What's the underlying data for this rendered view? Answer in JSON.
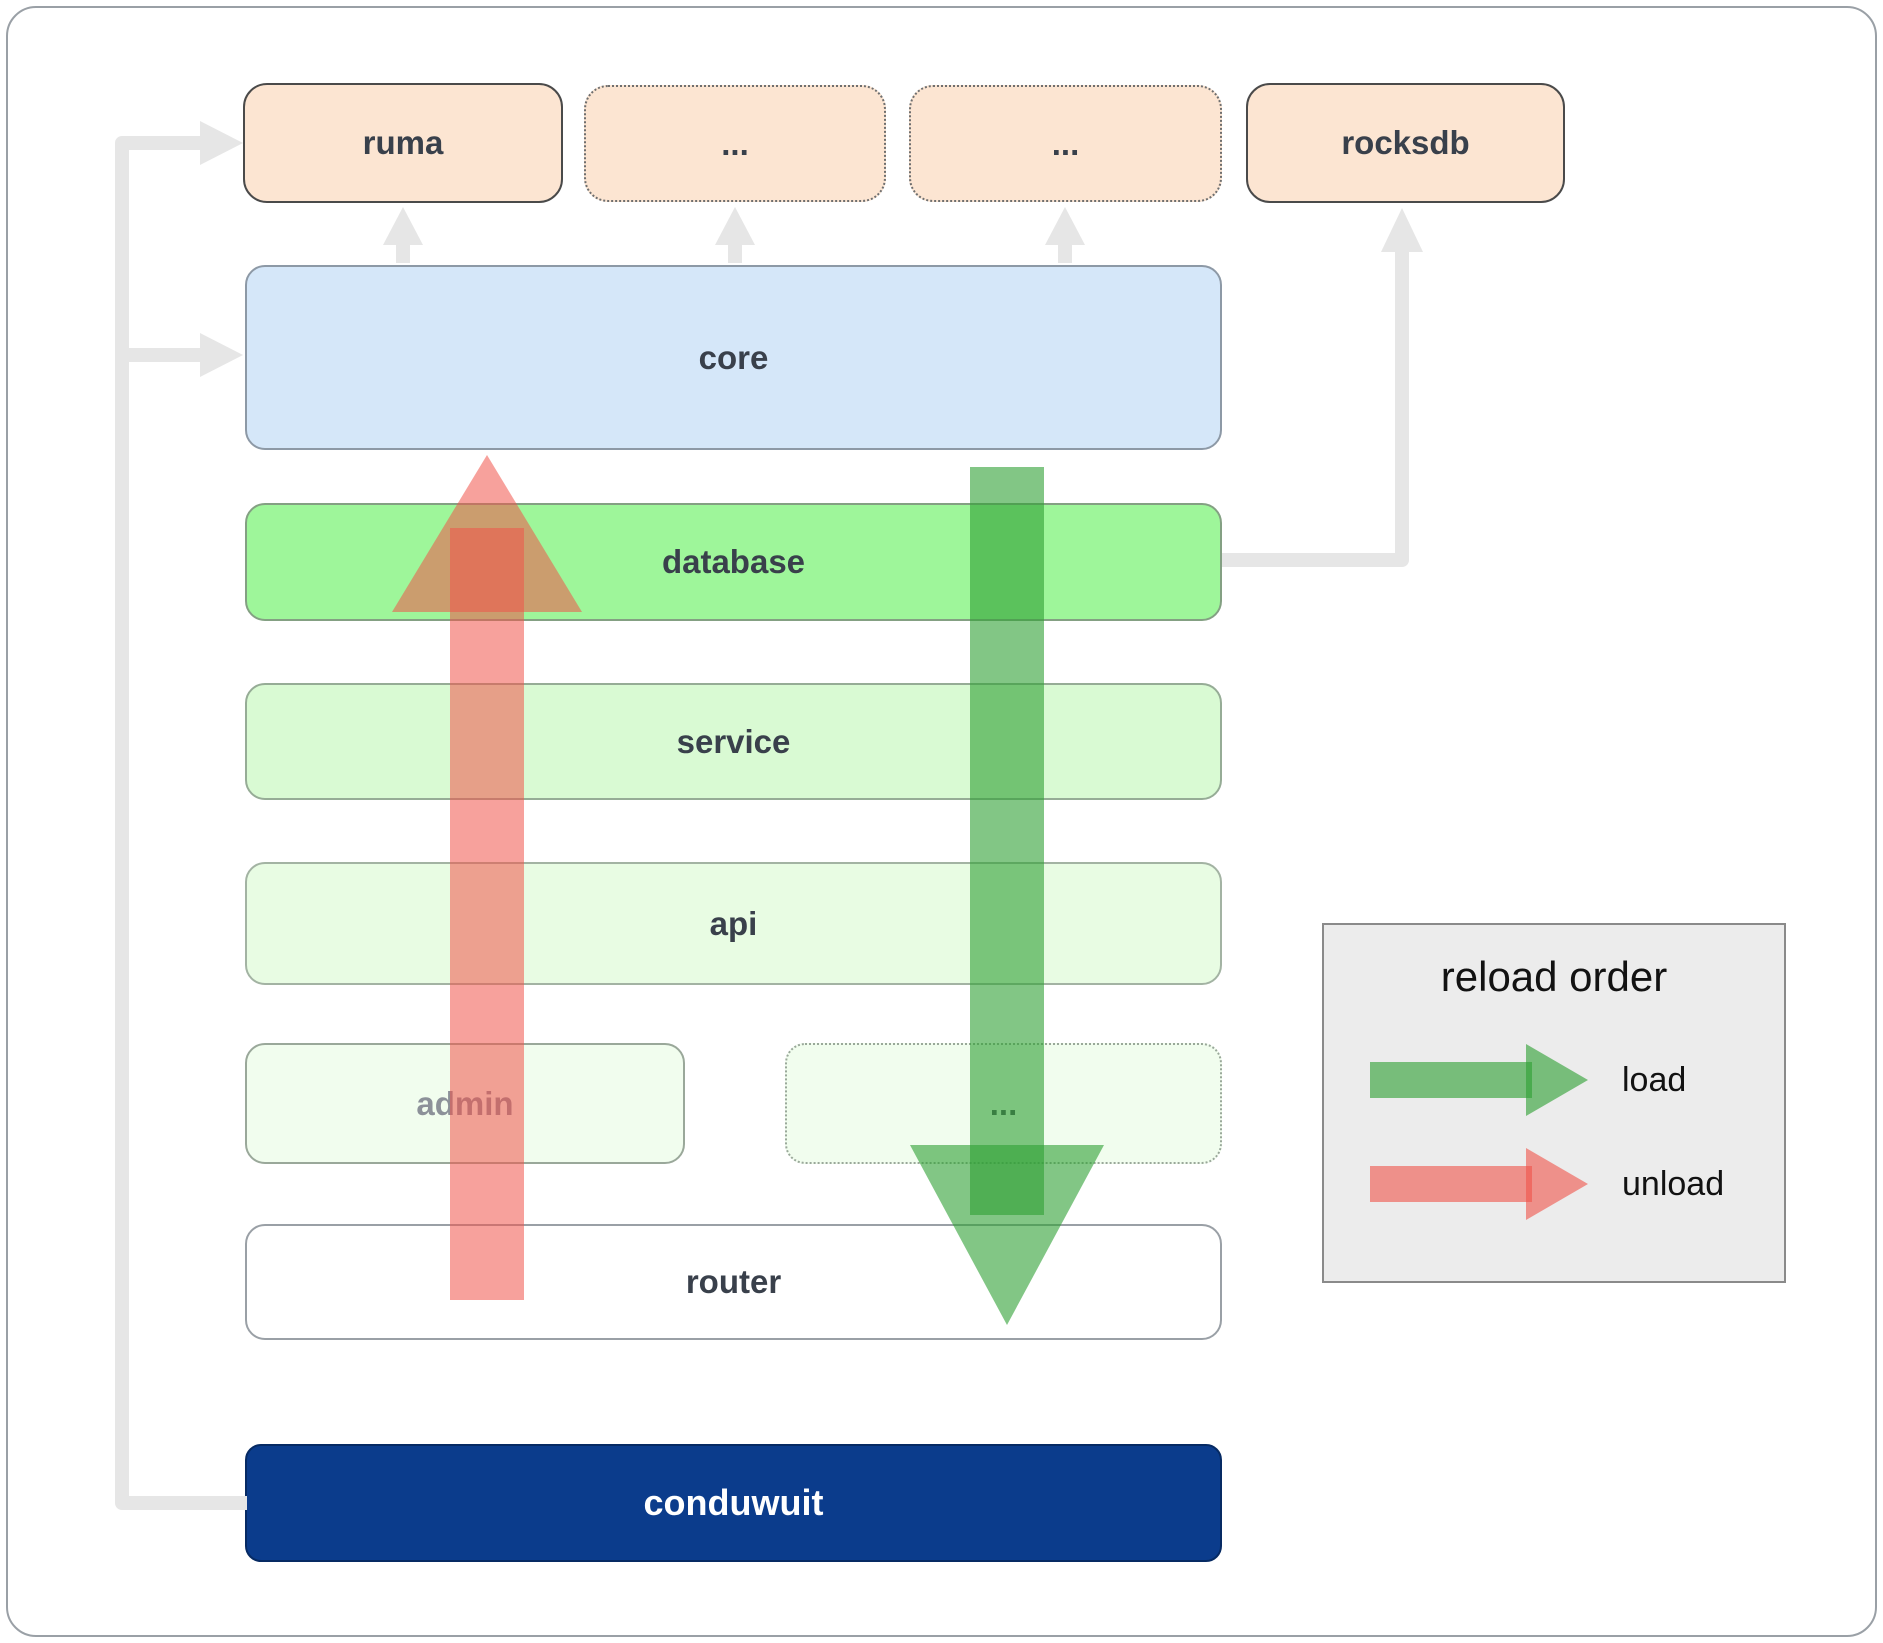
{
  "nodes": {
    "ruma": "ruma",
    "dep_a": "...",
    "dep_b": "...",
    "rocksdb": "rocksdb",
    "core": "core",
    "database": "database",
    "service": "service",
    "api": "api",
    "admin": "admin",
    "admin_more": "...",
    "router": "router",
    "conduwuit": "conduwuit"
  },
  "legend": {
    "title": "reload order",
    "items": [
      {
        "label": "load",
        "color": "#2fa033"
      },
      {
        "label": "unload",
        "color": "#f0534a"
      }
    ]
  },
  "colors": {
    "dependency_fill": "#fce5d2",
    "core_fill": "#d5e7f9",
    "database_fill": "#9ef69a",
    "service_fill": "#d9fad3",
    "api_fill": "#e8fce3",
    "admin_fill": "#f1fdee",
    "router_fill": "#ffffff",
    "conduwuit_fill": "#0b3c8c",
    "connector_gray": "#e6e6e6",
    "load_arrow": "#2fa033",
    "unload_arrow": "#f0534a"
  }
}
